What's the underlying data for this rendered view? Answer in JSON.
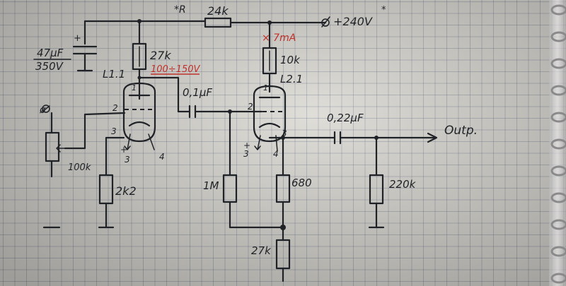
{
  "components": {
    "r_top": "24k",
    "r_top_mark": "*R",
    "supply": "+240V",
    "supply_mark": "*",
    "cap_filter": "47μF",
    "cap_filter_voltage": "350V",
    "r_plate1": "27k",
    "plate1_voltage": "100÷150V",
    "tube1": "L1.1",
    "cap_coupling": "0,1μF",
    "r_grid_leak": "1M",
    "current_note": "× 7mA",
    "r_plate2": "10k",
    "tube2": "L2.1",
    "cap_output": "0,22μF",
    "output": "Outp.",
    "pot": "100k",
    "r_cathode1": "2k2",
    "r_cathode2": "680",
    "r_bottom": "27k",
    "r_load": "220k"
  },
  "pins": {
    "t1_plate": "1",
    "t1_grid": "2",
    "t1_cathode": "3",
    "t1_heater_a": "3",
    "t1_heater_b": "4",
    "t2_plate": "1",
    "t2_grid": "2",
    "t2_cathode": "3",
    "t2_heater_a": "3",
    "t2_heater_b": "4"
  },
  "symbols": {
    "terminal": "ø",
    "plus": "+"
  },
  "colors": {
    "ink": "#1f2226",
    "red_ink": "#c0302a",
    "paper": "#dcdad4"
  }
}
